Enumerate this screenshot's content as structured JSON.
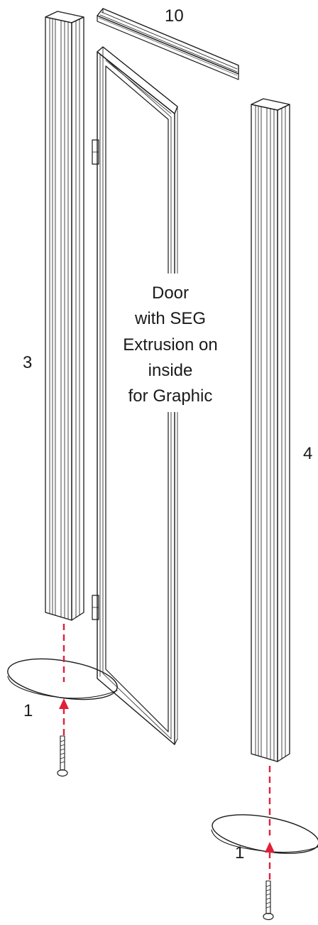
{
  "labels": {
    "part_10": "10",
    "part_3": "3",
    "part_4": "4",
    "foot_left": "1",
    "foot_right": "1"
  },
  "door_note": {
    "line1": "Door",
    "line2": "with SEG",
    "line3": "Extrusion on",
    "line4": "inside",
    "line5": "for Graphic"
  },
  "colors": {
    "line": "#1a1a1a",
    "arrow": "#e0203a",
    "background": "#ffffff"
  }
}
